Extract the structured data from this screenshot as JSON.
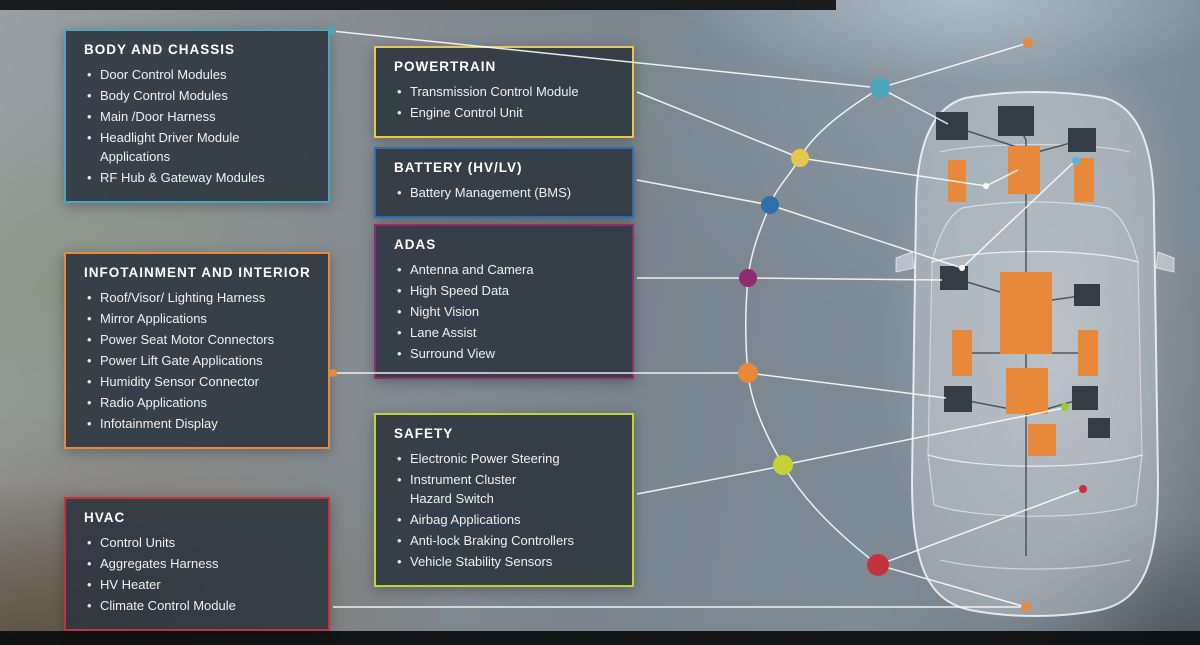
{
  "categories": [
    {
      "id": "body-and-chassis",
      "title": "BODY AND CHASSIS",
      "color": "#4ba6bd",
      "items": [
        "Door Control Modules",
        "Body Control Modules",
        "Main /Door Harness",
        "Headlight Driver Module\nApplications",
        "RF Hub & Gateway Modules"
      ]
    },
    {
      "id": "powertrain",
      "title": "POWERTRAIN",
      "color": "#e6c84e",
      "items": [
        "Transmission Control Module",
        "Engine Control Unit"
      ]
    },
    {
      "id": "battery",
      "title": "BATTERY (HV/LV)",
      "color": "#2f6ea9",
      "items": [
        "Battery Management (BMS)"
      ]
    },
    {
      "id": "adas",
      "title": "ADAS",
      "color": "#8e2c6e",
      "items": [
        "Antenna and Camera",
        "High Speed Data",
        "Night Vision",
        "Lane Assist",
        "Surround View"
      ]
    },
    {
      "id": "infotainment-and-interior",
      "title": "INFOTAINMENT AND INTERIOR",
      "color": "#e8883b",
      "items": [
        "Roof/Visor/ Lighting Harness",
        "Mirror Applications",
        "Power Seat Motor Connectors",
        "Power Lift Gate Applications",
        "Humidity Sensor Connector",
        "Radio Applications",
        "Infotainment Display"
      ]
    },
    {
      "id": "safety",
      "title": "SAFETY",
      "color": "#c3d236",
      "items": [
        "Electronic Power Steering",
        "Instrument Cluster\nHazard Switch",
        "Airbag Applications",
        "Anti-lock Braking Controllers",
        "Vehicle Stability Sensors"
      ]
    },
    {
      "id": "hvac",
      "title": "HVAC",
      "color": "#c4323e",
      "items": [
        "Control Units",
        "Aggregates Harness",
        "HV Heater",
        "Climate Control Module"
      ]
    }
  ],
  "accents": {
    "orange_dot": "#e8893c",
    "light_blue_dot": "#55b7e0",
    "green_dot": "#9dc93b",
    "red_dot": "#c6313c",
    "junction_dot": "#ffffff"
  },
  "car": {
    "component_orange": "#e8883b",
    "component_dark": "#343d46",
    "harness_color": "rgba(52,61,70,0.8)"
  },
  "diagram": {
    "line_color": "rgba(252,252,252,0.9)"
  }
}
